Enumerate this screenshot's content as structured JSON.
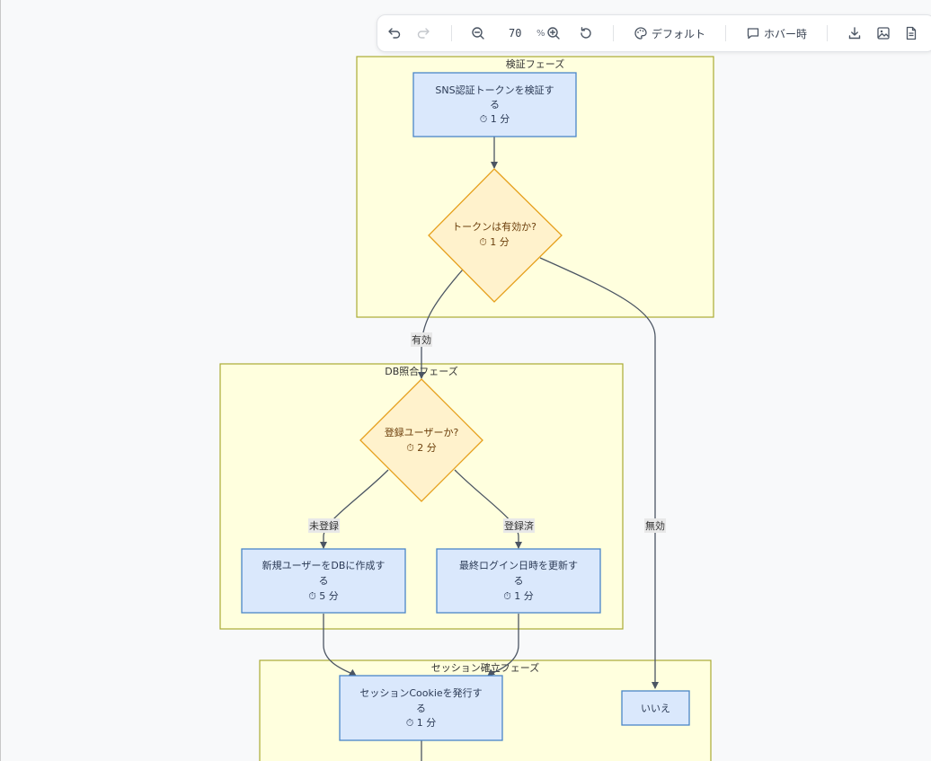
{
  "toolbar": {
    "undo_icon": "undo-icon",
    "redo_icon": "redo-icon",
    "zoom_out_icon": "zoom-out-icon",
    "zoom_value": "70",
    "zoom_unit": "%",
    "zoom_in_icon": "zoom-in-icon",
    "reset_icon": "reset-icon",
    "theme_label": "デフォルト",
    "hover_label": "ホバー時",
    "download_icon": "download-icon",
    "image_icon": "image-icon",
    "document_icon": "document-icon"
  },
  "diagram": {
    "clusters": {
      "verify": "検証フェーズ",
      "db": "DB照合フェーズ",
      "session": "セッション確立フェーズ"
    },
    "nodes": {
      "verify_token": [
        "SNS認証トークンを検証す",
        "る",
        "⏱ 1 分"
      ],
      "token_valid": [
        "トークンは有効か?",
        "⏱ 1 分"
      ],
      "registered_user": [
        "登録ユーザーか?",
        "⏱ 2 分"
      ],
      "create_user": [
        "新規ユーザーをDBに作成す",
        "る",
        "⏱ 5 分"
      ],
      "update_login": [
        "最終ログイン日時を更新す",
        "る",
        "⏱ 1 分"
      ],
      "issue_cookie": [
        "セッションCookieを発行す",
        "る",
        "⏱ 1 分"
      ],
      "no": [
        "いいえ"
      ]
    },
    "edges": {
      "valid": "有効",
      "invalid": "無効",
      "unregistered": "未登録",
      "registered": "登録済"
    }
  },
  "colors": {
    "cluster_fill": "#ffffde",
    "cluster_stroke": "#aaaa33",
    "process_fill": "#dae8fc",
    "process_stroke": "#4a86c8",
    "decision_fill": "#fff2cc",
    "decision_stroke": "#e6a01c"
  }
}
